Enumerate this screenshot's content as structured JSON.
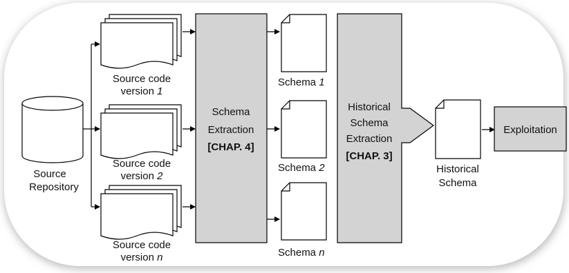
{
  "repository": {
    "label_line1": "Source",
    "label_line2": "Repository"
  },
  "source_versions": [
    {
      "label_line1": "Source code",
      "label_prefix": "version ",
      "label_var": "1"
    },
    {
      "label_line1": "Source code",
      "label_prefix": "version ",
      "label_var": "2"
    },
    {
      "label_line1": "Source code",
      "label_prefix": "version ",
      "label_var": "n"
    }
  ],
  "schema_extraction": {
    "line1": "Schema",
    "line2": "Extraction",
    "chapter": "[CHAP. 4]"
  },
  "schemas": [
    {
      "prefix": "Schema ",
      "var": "1"
    },
    {
      "prefix": "Schema ",
      "var": "2"
    },
    {
      "prefix": "Schema ",
      "var": "n"
    }
  ],
  "historical_extraction": {
    "line1": "Historical",
    "line2": "Schema",
    "line3": "Extraction",
    "chapter": "[CHAP. 3]"
  },
  "historical_schema": {
    "label_line1": "Historical",
    "label_line2": "Schema"
  },
  "exploitation": {
    "label": "Exploitation"
  },
  "colors": {
    "process_fill": "#d3d3d3",
    "stroke": "#000000",
    "background_frame": "#ffffff"
  }
}
